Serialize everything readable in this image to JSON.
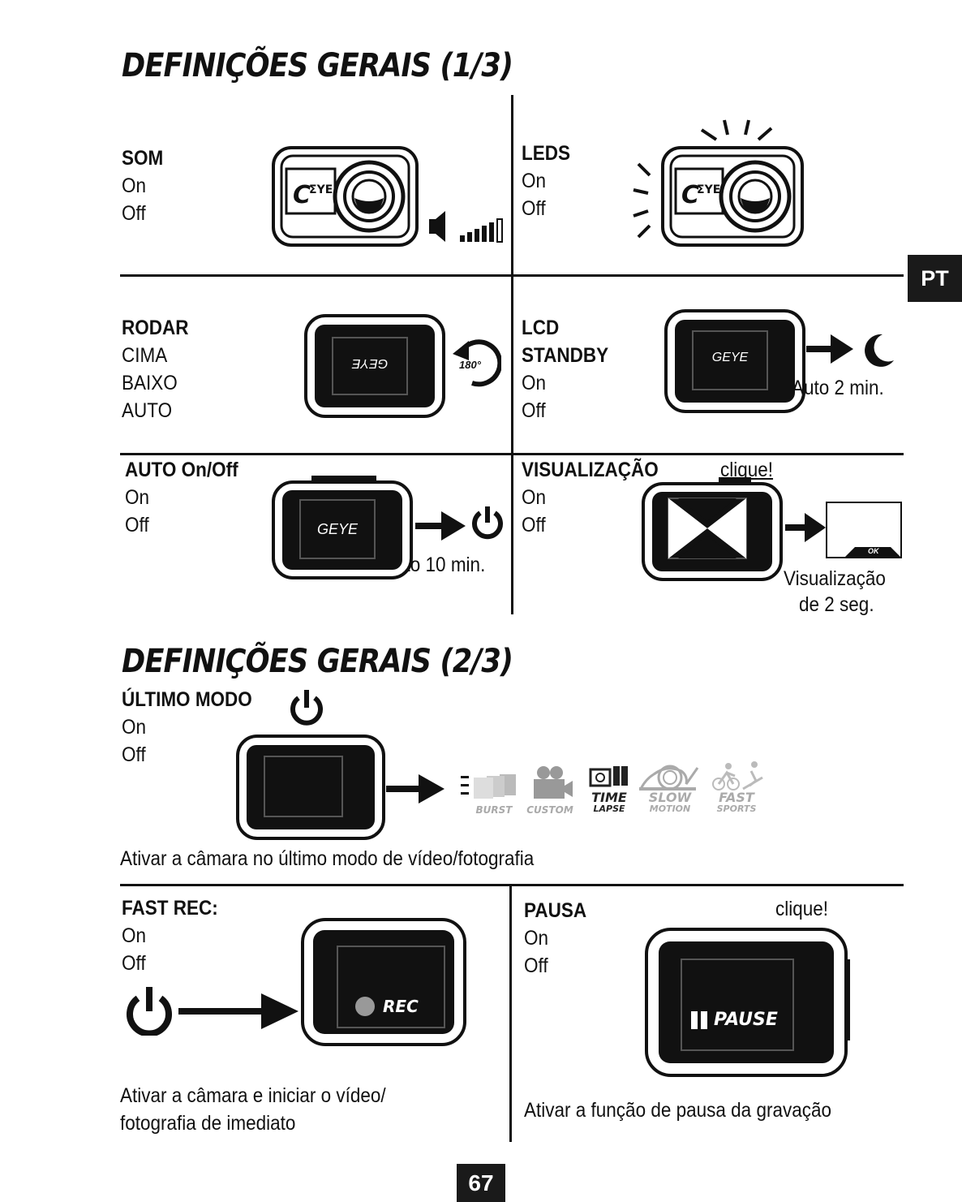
{
  "section1_title": "DEFINIÇÕES GERAIS (1/3)",
  "section2_title": "DEFINIÇÕES GERAIS (2/3)",
  "lang_tab": "PT",
  "page_number": "67",
  "som": {
    "title": "SOM",
    "opt1": "On",
    "opt2": "Off"
  },
  "leds": {
    "title": "LEDS",
    "opt1": "On",
    "opt2": "Off"
  },
  "rodar": {
    "title": "RODAR",
    "opt1": "CIMA",
    "opt2": "BAIXO",
    "opt3": "AUTO",
    "badge": "180°",
    "screen": "GEYE"
  },
  "lcd": {
    "title1": "LCD",
    "title2": "STANDBY",
    "opt1": "On",
    "opt2": "Off",
    "note": "Auto 2 min.",
    "screen": "GEYE"
  },
  "auto": {
    "title": "AUTO On/Off",
    "opt1": "On",
    "opt2": "Off",
    "note": "Auto 10 min.",
    "screen": "GEYE"
  },
  "visual": {
    "title": "VISUALIZAÇÃO",
    "opt1": "On",
    "opt2": "Off",
    "click": "clique!",
    "note1": "Visualização",
    "note2": "de 2 seg.",
    "ok": "OK"
  },
  "ultimo": {
    "title": "ÚLTIMO MODO",
    "opt1": "On",
    "opt2": "Off",
    "desc": "Ativar a câmara no último modo de vídeo/fotografia",
    "modes": [
      {
        "l1": "BURST",
        "l2": ""
      },
      {
        "l1": "CUSTOM",
        "l2": ""
      },
      {
        "l1": "TIME",
        "l2": "LAPSE"
      },
      {
        "l1": "SLOW",
        "l2": "MOTION"
      },
      {
        "l1": "FAST",
        "l2": "SPORTS"
      }
    ]
  },
  "fastrec": {
    "title": "FAST REC:",
    "opt1": "On",
    "opt2": "Off",
    "rec": "REC",
    "desc1": "Ativar a câmara e iniciar o vídeo/",
    "desc2": "fotografia de imediato"
  },
  "pausa": {
    "title": "PAUSA",
    "opt1": "On",
    "opt2": "Off",
    "click": "clique!",
    "pause": "PAUSE",
    "desc": "Ativar a função de pausa da gravação"
  }
}
